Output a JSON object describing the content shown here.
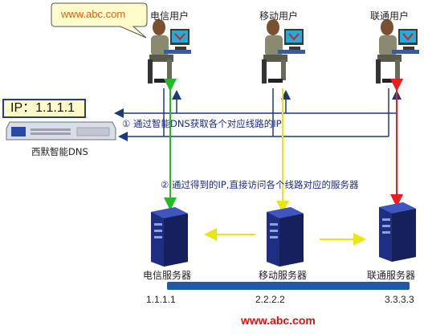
{
  "bubble": {
    "text": "www.abc.com"
  },
  "users": {
    "telecom": "电信用户",
    "mobile": "移动用户",
    "unicom": "联通用户"
  },
  "dns": {
    "ip_label": "IP：1.1.1.1",
    "name": "西默智能DNS"
  },
  "notes": {
    "step1": "① 通过智能DNS获取各个对应线路的IP",
    "step2": "② 通过得到的IP,直接访问各个线路对应的服务器"
  },
  "servers": {
    "telecom": {
      "name": "电信服务器",
      "ip": "1.1.1.1"
    },
    "mobile": {
      "name": "移动服务器",
      "ip": "2.2.2.2"
    },
    "unicom": {
      "name": "联通服务器",
      "ip": "3.3.3.3"
    }
  },
  "footer": {
    "site": "www.abc.com"
  },
  "colors": {
    "dns_arrows": "#1a3a7a",
    "telecom_path": "#22bb22",
    "mobile_path": "#eeee10",
    "unicom_path": "#ee1c1c",
    "bar": "#1e5aa8"
  }
}
